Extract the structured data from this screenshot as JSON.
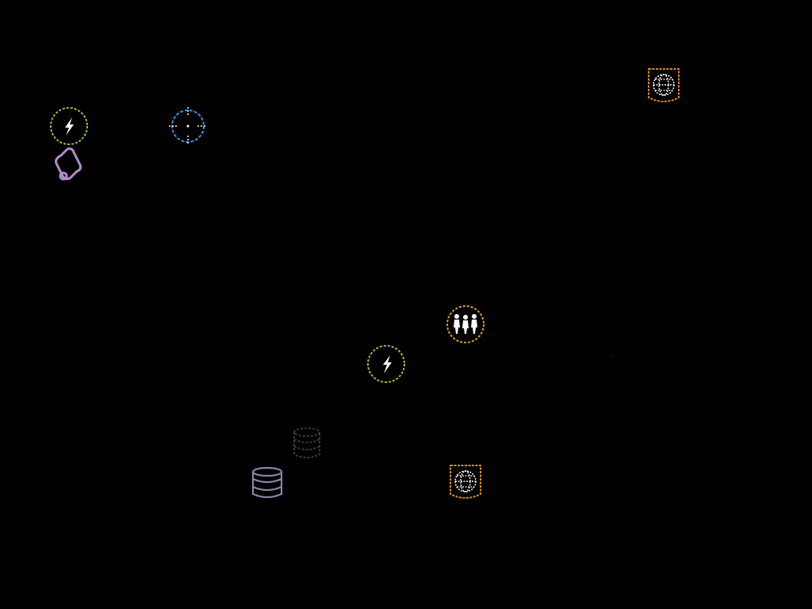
{
  "colors": {
    "background": "#000000",
    "lightning_ring": "#9bbf3f",
    "target_ring": "#3a8fd8",
    "scroll_outline": "#b48cc8",
    "globe_frame": "#e08a1e",
    "people_ring": "#d9a21c",
    "stack_outline": "#8c82a8",
    "stack_dark_outline": "#3a3a3a",
    "glyph": "#ffffff"
  },
  "tokens": [
    {
      "name": "lightning-token-a",
      "icon": "lightning-icon"
    },
    {
      "name": "target-token",
      "icon": "crosshair-icon"
    },
    {
      "name": "scroll-token",
      "icon": "scroll-icon"
    },
    {
      "name": "globe-token-a",
      "icon": "globe-icon"
    },
    {
      "name": "people-token",
      "icon": "people-icon"
    },
    {
      "name": "lightning-token-b",
      "icon": "lightning-icon"
    },
    {
      "name": "stack-token-dark",
      "icon": "database-icon"
    },
    {
      "name": "stack-token",
      "icon": "database-icon"
    },
    {
      "name": "globe-token-b",
      "icon": "globe-icon"
    },
    {
      "name": "faint-marker",
      "icon": "dot-icon"
    }
  ]
}
